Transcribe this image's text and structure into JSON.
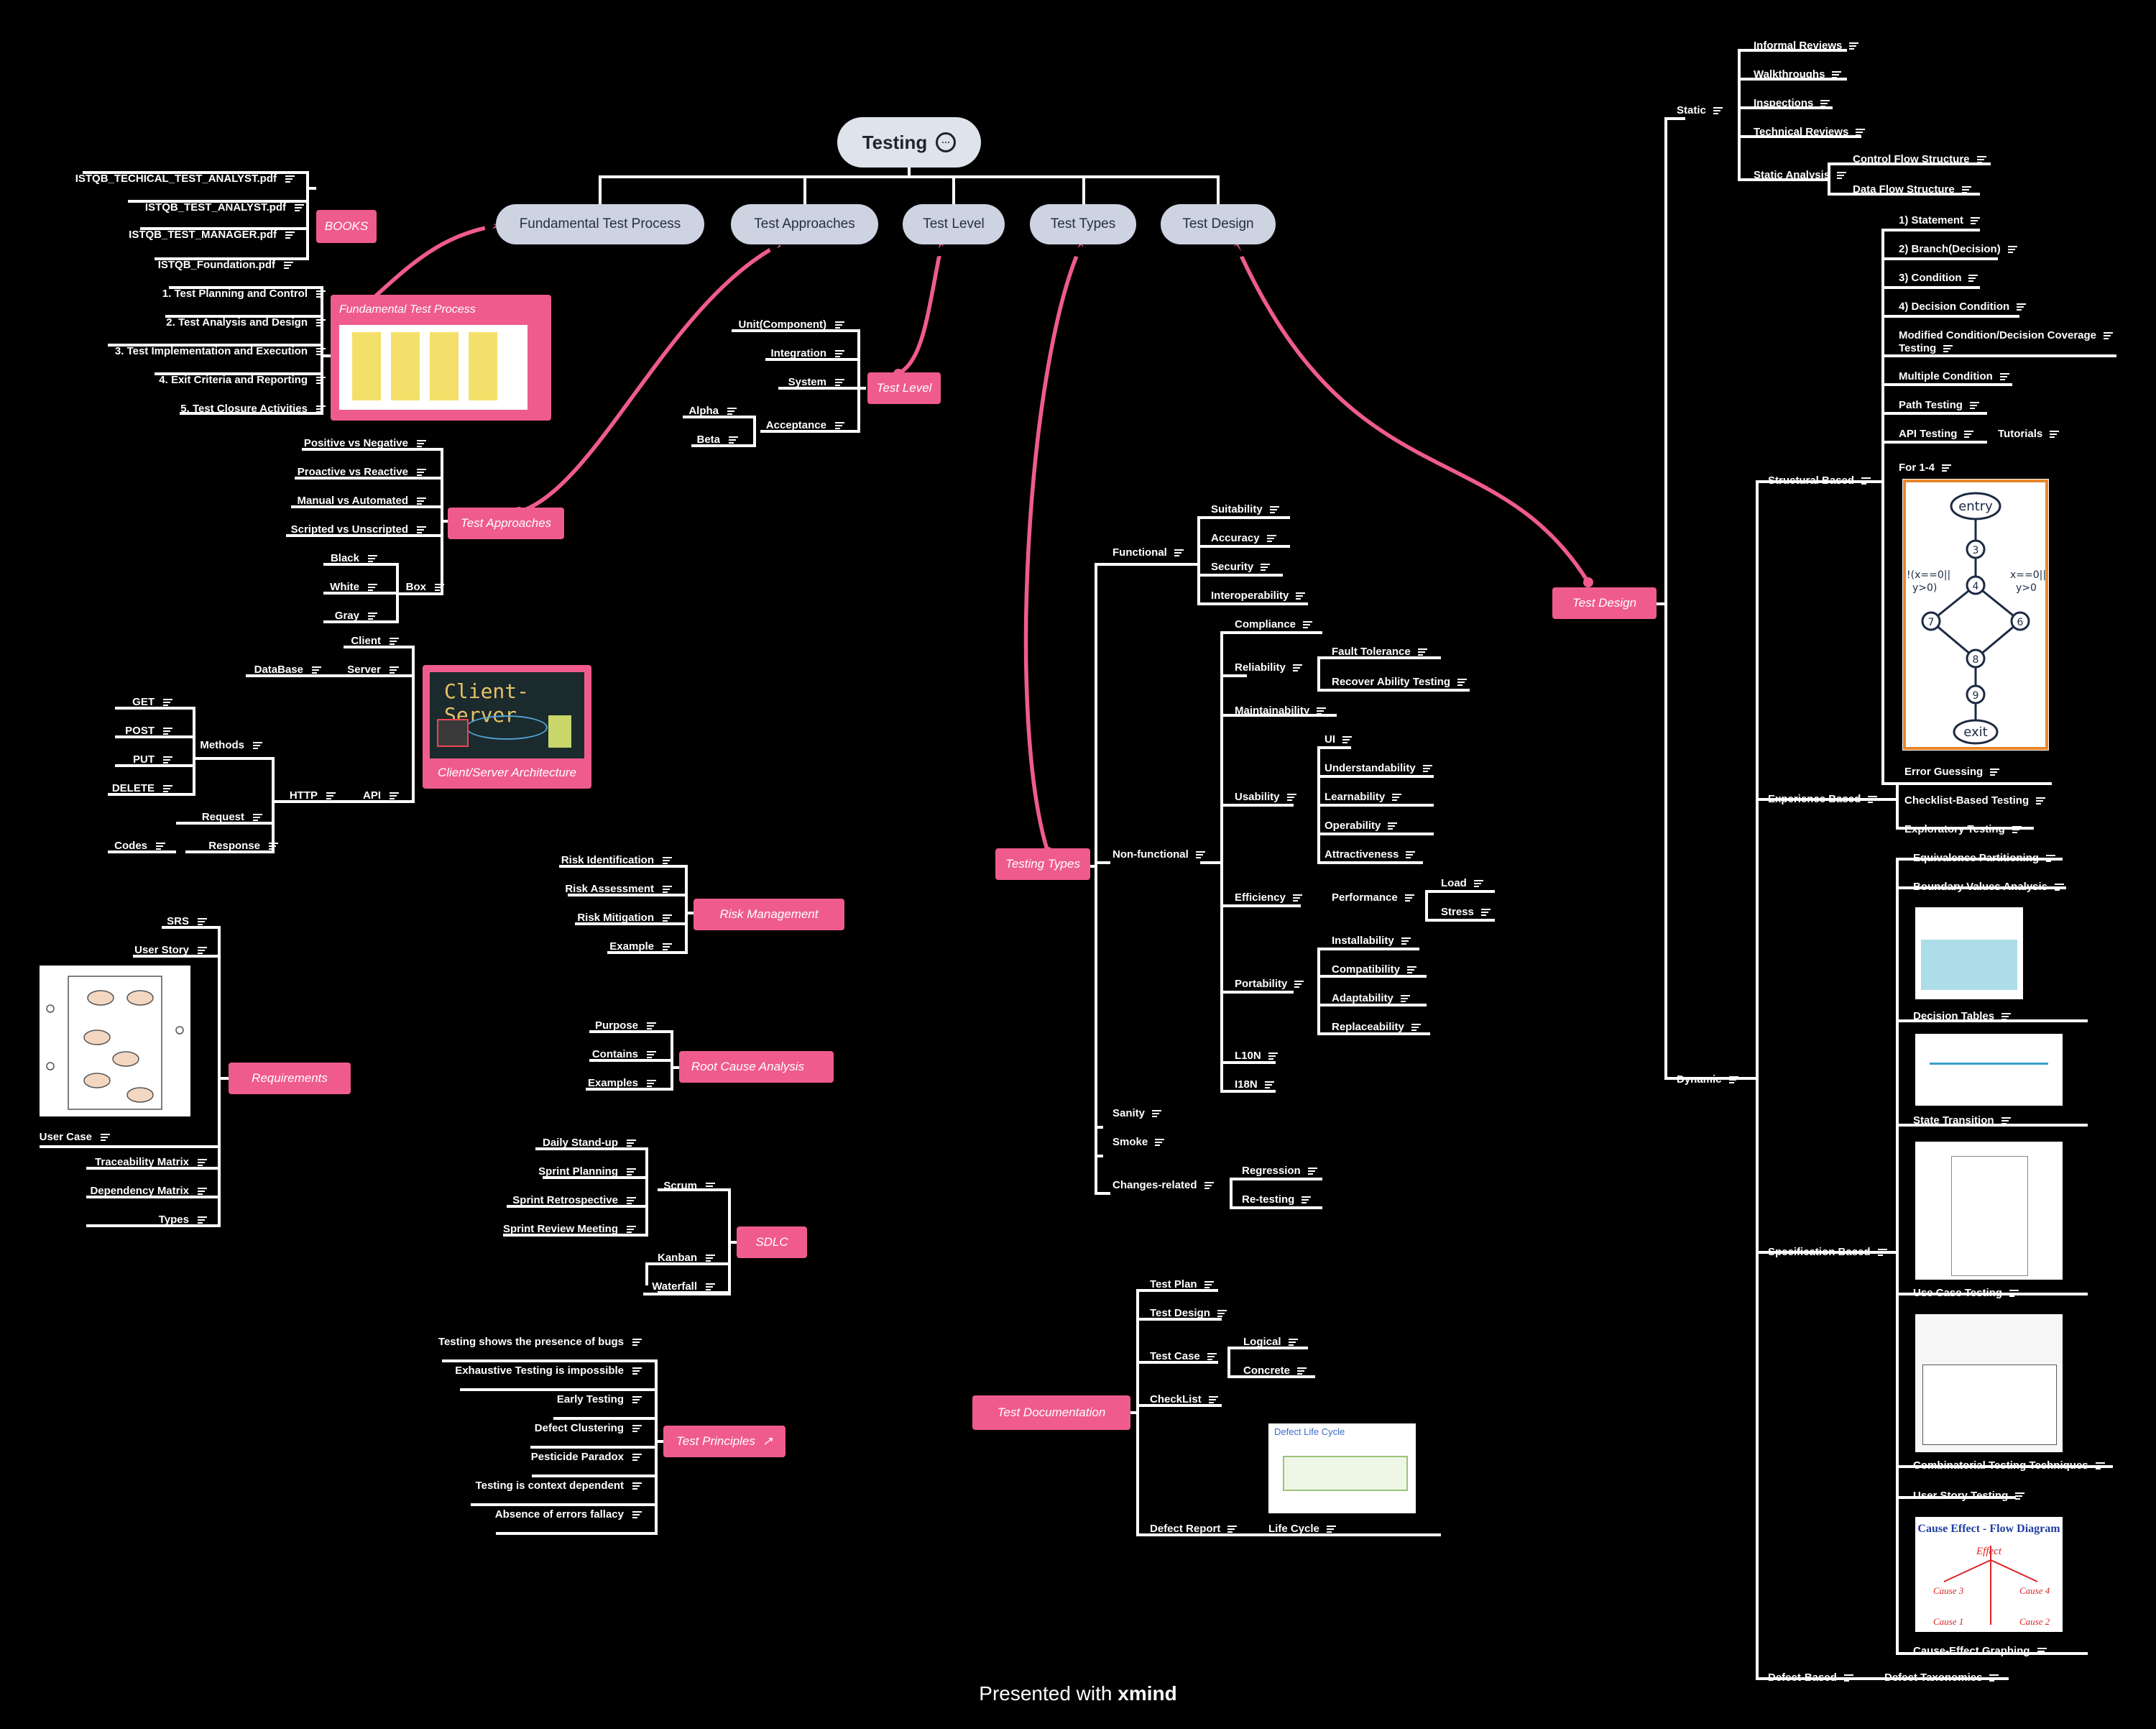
{
  "root": {
    "label": "Testing"
  },
  "main_topics": [
    "Fundamental Test Process",
    "Test Approaches",
    "Test Level",
    "Test Types",
    "Test Design"
  ],
  "floating": {
    "books": "BOOKS",
    "ftp": "Fundamental Test Process",
    "approaches": "Test Approaches",
    "level": "Test Level",
    "client_server": "Client/Server Architecture",
    "client_server_image_text": "Client-Server",
    "risk": "Risk  Management",
    "rca": "Root Cause Analysis",
    "requirements": "Requirements",
    "sdlc": "SDLC",
    "principles": "Test Principles",
    "testing_types": "Testing Types",
    "documentation": "Test Documentation",
    "test_design": "Test Design"
  },
  "books": [
    "ISTQB_TECHICAL_TEST_ANALYST.pdf",
    "ISTQB_TEST_ANALYST.pdf",
    "ISTQB_TEST_MANAGER.pdf",
    "ISTQB_Foundation.pdf"
  ],
  "ftp_steps": [
    "1. Test Planning and Control",
    "2. Test Analysis and Design",
    "3. Test Implementation and Execution",
    "4. Exit Criteria and Reporting",
    "5. Test Closure Activities"
  ],
  "test_level": [
    "Unit(Component)",
    "Integration",
    "System",
    "Acceptance",
    "Alpha",
    "Beta"
  ],
  "approaches": [
    "Positive vs Negative",
    "Proactive vs Reactive",
    "Manual vs Automated",
    "Scripted vs Unscripted",
    "Black",
    "White",
    "Gray",
    "Box"
  ],
  "client_server": [
    "Client",
    "Server",
    "DataBase",
    "API",
    "HTTP",
    "Methods",
    "GET",
    "POST",
    "PUT",
    "DELETE",
    "Request",
    "Response",
    "Codes"
  ],
  "risk": [
    "Risk Identification",
    "Risk Assessment",
    "Risk Mitigation",
    "Example"
  ],
  "rca": [
    "Purpose",
    "Contains",
    "Examples"
  ],
  "requirements": [
    "SRS",
    "User Story",
    "User Case",
    "Traceability Matrix",
    "Dependency Matrix",
    "Types"
  ],
  "sdlc": [
    "Daily Stand-up",
    "Sprint Planning",
    "Sprint Retrospective",
    "Sprint Review Meeting",
    "Scrum",
    "Kanban",
    "Waterfall"
  ],
  "principles": [
    "Testing shows the presence of bugs",
    "Exhaustive Testing is impossible",
    "Early Testing",
    "Defect Clustering",
    "Pesticide Paradox",
    "Testing is context dependent",
    "Absence of errors fallacy"
  ],
  "testing_types": [
    "Functional",
    "Suitability",
    "Accuracy",
    "Security",
    "Interoperability",
    "Non-functional",
    "Compliance",
    "Reliability",
    "Fault Tolerance",
    "Recover Ability Testing",
    "Maintainability",
    "Usability",
    "UI",
    "Understandability",
    "Learnability",
    "Operability",
    "Attractiveness",
    "Efficiency",
    "Performance",
    "Load",
    "Stress",
    "Portability",
    "Installability",
    "Compatibility",
    "Adaptability",
    "Replaceability",
    "L10N",
    "I18N",
    "Sanity",
    "Smoke",
    "Changes-related",
    "Regression",
    "Re-testing"
  ],
  "documentation": [
    "Test Plan",
    "Test Design",
    "Test Case",
    "Logical",
    "Concrete",
    "CheckList",
    "Defect Report",
    "Life Cycle",
    "Defect Life Cycle"
  ],
  "test_design": {
    "static": [
      "Static",
      "Informal Reviews",
      "Walkthroughs",
      "Inspections",
      "Technical Reviews",
      "Static Analysis",
      "Control Flow Structure",
      "Data Flow Structure"
    ],
    "structural": [
      "Structural Based",
      "1) Statement",
      "2) Branch(Decision)",
      "3) Condition",
      "4) Decision Condition",
      "Modified Condition/Decision Coverage",
      "Testing",
      "Multiple Condition",
      "Path Testing",
      "API Testing",
      "Tutorials",
      "For 1-4"
    ],
    "flow_nodes": [
      "entry",
      "3",
      "4",
      "7",
      "6",
      "8",
      "9",
      "exit",
      "!(x==0||",
      "y>0)",
      "x==0||",
      "y>0"
    ],
    "experience": [
      "Experience Based",
      "Error Guessing",
      "Checklist-Based Testing",
      "Exploratory Testing"
    ],
    "specification": [
      "Specification Based",
      "Equivalence Partitioning",
      "Boundary Values Analysis",
      "Decision Tables",
      "State Transition",
      "Use Case Testing",
      "Combinatorial Testing Techniques",
      "User Story Testing",
      "Cause-Effect Graphing"
    ],
    "cause_effect": [
      "Cause Effect - Flow Diagram",
      "Effect",
      "Cause 3",
      "Cause 4",
      "Cause 1",
      "Cause 2"
    ],
    "dynamic": "Dynamic",
    "defect": [
      "Defect-Based",
      "Defect Taxonomies"
    ]
  },
  "footer": {
    "prefix": "Presented with ",
    "brand": "xmind"
  },
  "colors": {
    "accent": "#ef5b8d",
    "main_topic": "#cdd3e1",
    "root": "#dfe3ec",
    "background": "#000000"
  }
}
